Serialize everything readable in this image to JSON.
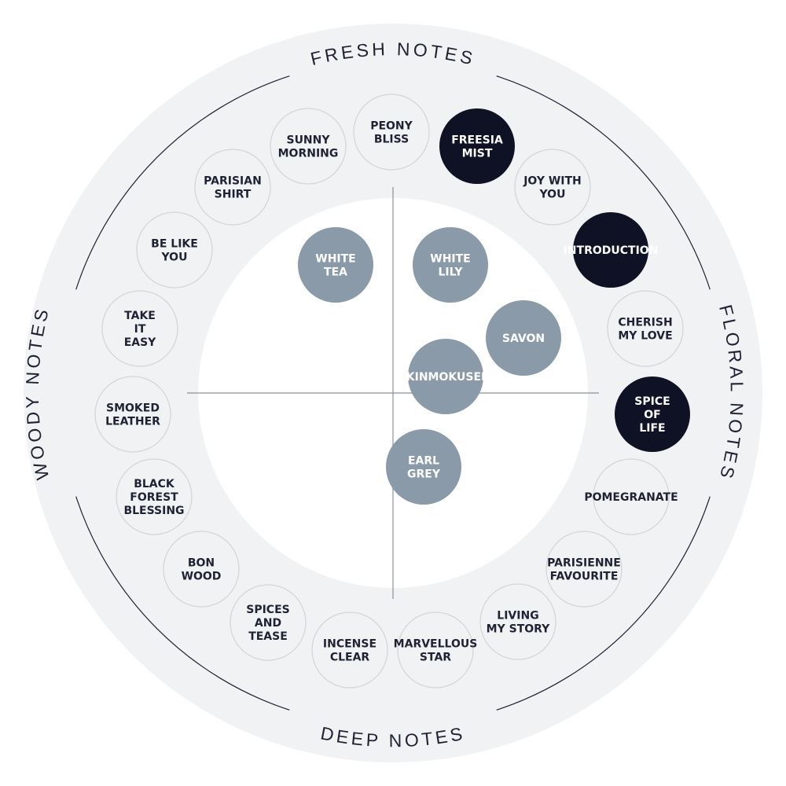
{
  "section_labels": {
    "top": "FRESH NOTES",
    "right": "FLORAL NOTES",
    "bottom": "DEEP NOTES",
    "left": "WOODY NOTES"
  },
  "colors": {
    "outer_ring": "#f1f2f4",
    "inner_area": "#ffffff",
    "ring_bubble_fill": "#f1f2f4",
    "ring_bubble_stroke": "#d3d6da",
    "ring_bubble_text": "#1e2233",
    "highlight_fill": "#0f1224",
    "highlight_text": "#ffffff",
    "center_fill": "#8a9aa8",
    "center_text": "#ffffff",
    "axis": "#8a939d"
  },
  "ring_bubbles": [
    {
      "name": "peony-bliss",
      "lines": [
        "PEONY",
        "BLISS"
      ],
      "highlight": false
    },
    {
      "name": "freesia-mist",
      "lines": [
        "FREESIA",
        "MIST"
      ],
      "highlight": true
    },
    {
      "name": "joy-with-you",
      "lines": [
        "JOY WITH",
        "YOU"
      ],
      "highlight": false
    },
    {
      "name": "introduction",
      "lines": [
        "INTRODUCTION"
      ],
      "highlight": true
    },
    {
      "name": "cherish-my-love",
      "lines": [
        "CHERISH",
        "MY LOVE"
      ],
      "highlight": false
    },
    {
      "name": "spice-of-life",
      "lines": [
        "SPICE",
        "OF",
        "LIFE"
      ],
      "highlight": true
    },
    {
      "name": "pomegranate",
      "lines": [
        "POMEGRANATE"
      ],
      "highlight": false
    },
    {
      "name": "parisienne-favourite",
      "lines": [
        "PARISIENNE",
        "FAVOURITE"
      ],
      "highlight": false
    },
    {
      "name": "living-my-story",
      "lines": [
        "LIVING",
        "MY STORY"
      ],
      "highlight": false
    },
    {
      "name": "marvellous-star",
      "lines": [
        "MARVELLOUS",
        "STAR"
      ],
      "highlight": false
    },
    {
      "name": "incense-clear",
      "lines": [
        "INCENSE",
        "CLEAR"
      ],
      "highlight": false
    },
    {
      "name": "spices-and-tease",
      "lines": [
        "SPICES",
        "AND",
        "TEASE"
      ],
      "highlight": false
    },
    {
      "name": "bon-wood",
      "lines": [
        "BON",
        "WOOD"
      ],
      "highlight": false
    },
    {
      "name": "black-forest-blessing",
      "lines": [
        "BLACK",
        "FOREST",
        "BLESSING"
      ],
      "highlight": false
    },
    {
      "name": "smoked-leather",
      "lines": [
        "SMOKED",
        "LEATHER"
      ],
      "highlight": false
    },
    {
      "name": "take-it-easy",
      "lines": [
        "TAKE",
        "IT",
        "EASY"
      ],
      "highlight": false
    },
    {
      "name": "be-like-you",
      "lines": [
        "BE LIKE",
        "YOU"
      ],
      "highlight": false
    },
    {
      "name": "parisian-shirt",
      "lines": [
        "PARISIAN",
        "SHIRT"
      ],
      "highlight": false
    },
    {
      "name": "sunny-morning",
      "lines": [
        "SUNNY",
        "MORNING"
      ],
      "highlight": false
    }
  ],
  "center_bubbles": [
    {
      "name": "white-tea",
      "lines": [
        "WHITE",
        "TEA"
      ]
    },
    {
      "name": "white-lily",
      "lines": [
        "WHITE",
        "LILY"
      ]
    },
    {
      "name": "savon",
      "lines": [
        "SAVON"
      ]
    },
    {
      "name": "kinmokusei",
      "lines": [
        "KINMOKUSEI"
      ]
    },
    {
      "name": "earl-grey",
      "lines": [
        "EARL",
        "GREY"
      ]
    }
  ]
}
